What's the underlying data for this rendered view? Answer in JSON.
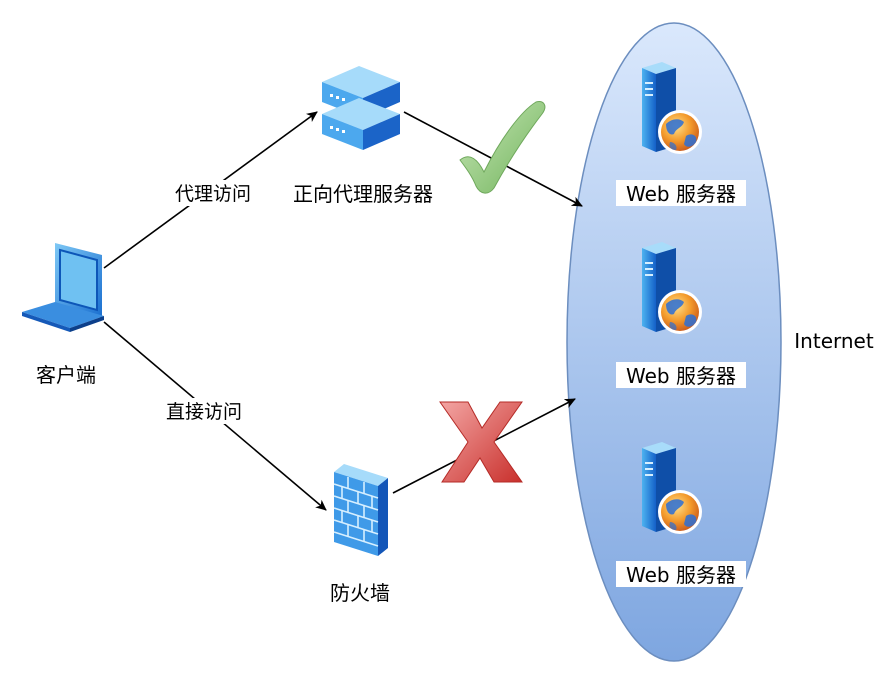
{
  "nodes": {
    "client": {
      "label": "客户端"
    },
    "proxy": {
      "label": "正向代理服务器"
    },
    "firewall": {
      "label": "防火墙"
    },
    "internet": {
      "label": "Internet"
    },
    "servers": [
      {
        "label": "Web 服务器"
      },
      {
        "label": "Web 服务器"
      },
      {
        "label": "Web 服务器"
      }
    ]
  },
  "edges": {
    "proxy_access": {
      "label": "代理访问"
    },
    "direct_access": {
      "label": "直接访问"
    }
  },
  "status_marks": {
    "proxy_path": "check-mark",
    "direct_path": "cross-mark"
  },
  "colors": {
    "ellipse_top": "#dae8fc",
    "ellipse_bottom": "#7ea6e0",
    "ellipse_stroke": "#6c8ebf",
    "check": "#8cc276",
    "cross": "#d9534f"
  }
}
